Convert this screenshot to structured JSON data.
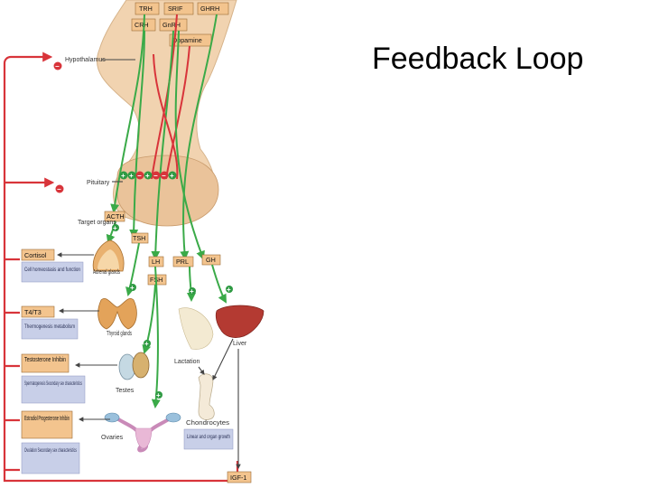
{
  "slide": {
    "title": "Feedback Loop"
  },
  "diagram": {
    "releasing_hormones": [
      "TRH",
      "SRIF",
      "GHRH",
      "CRH",
      "GnRH",
      "Dopamine"
    ],
    "hypothalamus": "Hypothalamus",
    "pituitary": "Pituitary",
    "pituitary_hormones": [
      "ACTH",
      "TSH",
      "LH",
      "FSH",
      "PRL",
      "GH"
    ],
    "target_organs": "Target organs",
    "organs": {
      "adrenal": "Adrenal glands",
      "thyroid": "Thyroid glands",
      "testes": "Testes",
      "ovaries": "Ovaries",
      "breast": "Lactation",
      "chondrocytes": "Chondrocytes",
      "liver": "Liver"
    },
    "feedback_hormones": [
      "Cortisol",
      "T4/T3",
      "Testosterone Inhibin",
      "Estradiol Progesterone Inhibin",
      "IGF-1"
    ],
    "effects": [
      "Cell homeostasis and function",
      "Thermogenesis metabolism",
      "Spermatogenesis Secondary sex characteristics",
      "Ovulation Secondary sex characteristics",
      "Linear and organ growth"
    ],
    "signs": {
      "plus": "+",
      "minus": "−"
    },
    "colors": {
      "stimulate": "#3aaa48",
      "inhibit": "#d8343a",
      "hormone_box": "#f3c48e",
      "effect_box": "#c8cfe8"
    }
  }
}
